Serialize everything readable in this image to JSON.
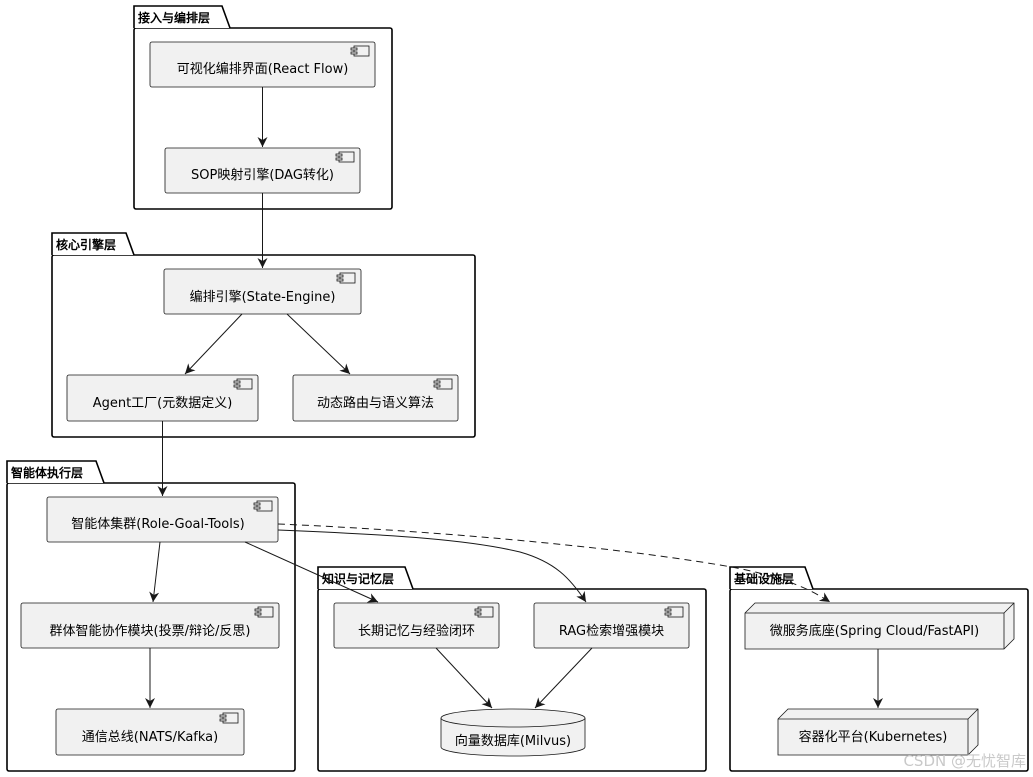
{
  "packages": {
    "access": {
      "title": "接入与编排层"
    },
    "core": {
      "title": "核心引擎层"
    },
    "agent": {
      "title": "智能体执行层"
    },
    "knowledge": {
      "title": "知识与记忆层"
    },
    "infra": {
      "title": "基础设施层"
    }
  },
  "components": {
    "visual_ui": "可视化编排界面(React Flow)",
    "sop_engine": "SOP映射引擎(DAG转化)",
    "orchestration": "编排引擎(State-Engine)",
    "agent_factory": "Agent工厂(元数据定义)",
    "dynamic_routing": "动态路由与语义算法",
    "agent_cluster": "智能体集群(Role-Goal-Tools)",
    "swarm_collab": "群体智能协作模块(投票/辩论/反思)",
    "comm_bus": "通信总线(NATS/Kafka)",
    "long_memory": "长期记忆与经验闭环",
    "rag_module": "RAG检索增强模块",
    "vector_db": "向量数据库(Milvus)",
    "microservice": "微服务底座(Spring Cloud/FastAPI)",
    "container": "容器化平台(Kubernetes)"
  },
  "watermark": "CSDN @无忧智库"
}
